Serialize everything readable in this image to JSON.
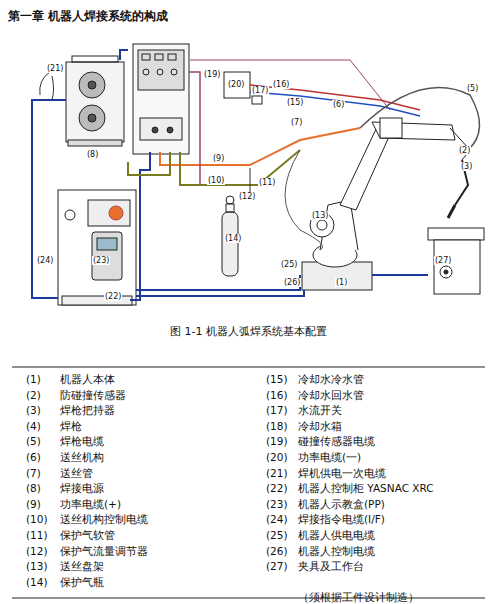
{
  "diagram": {
    "title": "第一章 机器人焊接系统的构成",
    "caption": "图 1-1 机器人弧焊系统基本配置",
    "labels": [
      "(21)",
      "(8)",
      "(19)",
      "(20)",
      "(17)",
      "(16)",
      "(15)",
      "(6)",
      "(5)",
      "(7)",
      "(2)",
      "(3)",
      "(9)",
      "(10)",
      "(11)",
      "(12)",
      "(13)",
      "(14)",
      "(24)",
      "(23)",
      "(22)",
      "(25)",
      "(26)",
      "(1)",
      "(27)",
      "(1)",
      "机器人本体",
      "(2)",
      "防碰撞传感器",
      "(3)",
      "焊枪把持器",
      "(4)",
      "焊枪",
      "(5)",
      "焊枪电缆",
      "(6)",
      "送丝机构",
      "(7)",
      "送丝管",
      "(8)",
      "焊接电源",
      "(9)",
      "功率电缆(+)",
      "(10)",
      "送丝机构控制电缆",
      "(11)",
      "保护气软管",
      "(12)",
      "保护气流量调节器",
      "(13)",
      "送丝盘架",
      "(14)",
      "保护气瓶",
      "(15)",
      "冷却水冷水管",
      "(16)",
      "冷却水回水管",
      "(17)",
      "水流开关",
      "(18)",
      "冷却水箱",
      "(19)",
      "碰撞传感器电缆",
      "(20)",
      "功率电缆(一)",
      "(21)",
      "焊机供电一次电缆",
      "(22)",
      "机器人控制柜 YASNAC XRC",
      "(23)",
      "机器人示教盒(PP)",
      "(24)",
      "焊接指令电缆(I/F)",
      "(25)",
      "机器人供电电缆",
      "(26)",
      "机器人控制电缆",
      "(27)",
      "夹具及工作台",
      "（须根据工件设计制造）"
    ]
  }
}
